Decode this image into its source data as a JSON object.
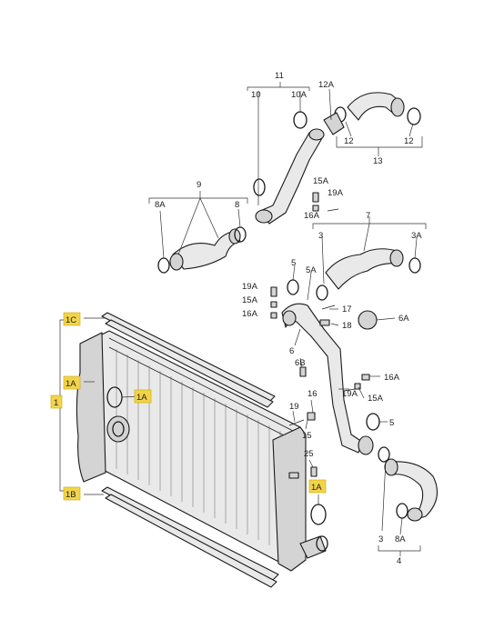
{
  "diagram": {
    "callouts": {
      "c11": "11",
      "c10": "10",
      "c10A": "10A",
      "c12A": "12A",
      "c12a": "12",
      "c12b": "12",
      "c13": "13",
      "c9": "9",
      "c8A_top": "8A",
      "c8_top": "8",
      "c15A_top": "15A",
      "c19A_top": "19A",
      "c16A_top": "16A",
      "c7": "7",
      "c3_top": "3",
      "c3A": "3A",
      "c5_top": "5",
      "c5A": "5A",
      "c19A_mid": "19A",
      "c15A_mid": "15A",
      "c16A_mid": "16A",
      "c17": "17",
      "c18": "18",
      "c6A": "6A",
      "c1C": "1C",
      "c1A_left": "1A",
      "c1": "1",
      "c1A_mid": "1A",
      "c1B": "1B",
      "c6": "6",
      "c6B": "6B",
      "c16A_right": "16A",
      "c19A_right": "19A",
      "c15A_right": "15A",
      "c16": "16",
      "c19": "19",
      "c15": "15",
      "c5_right": "5",
      "c25": "25",
      "c1A_bottom": "1A",
      "c3_bottom": "3",
      "c8A_bottom": "8A",
      "c4": "4"
    },
    "highlight_color": "#f2d44a"
  }
}
